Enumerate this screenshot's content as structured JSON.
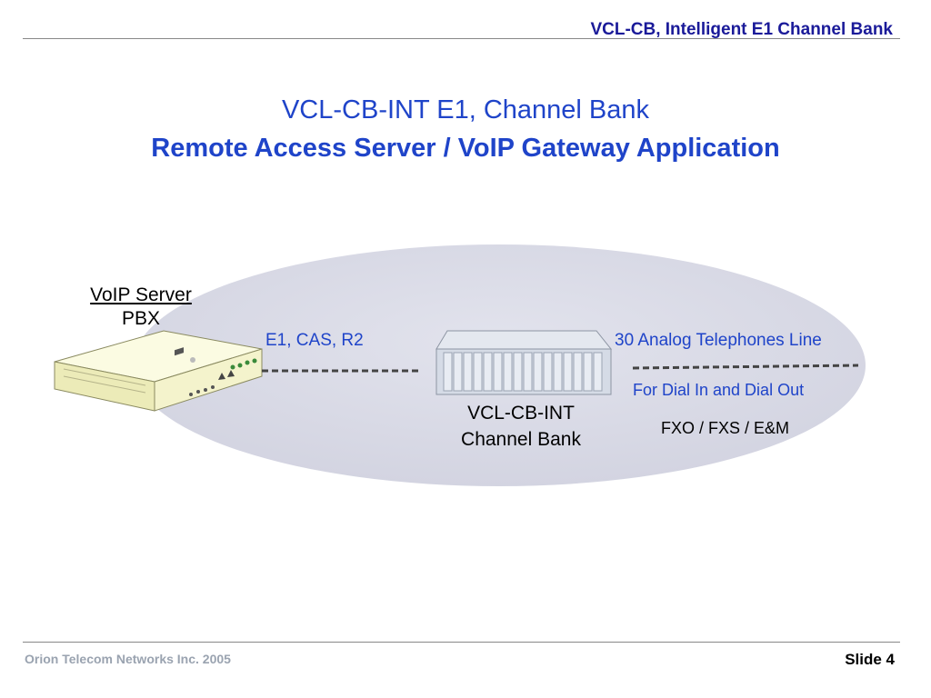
{
  "header": {
    "title": "VCL-CB, Intelligent E1 Channel Bank"
  },
  "slide": {
    "title": "VCL-CB-INT  E1, Channel Bank",
    "subtitle": "Remote Access Server / VoIP Gateway Application"
  },
  "diagram": {
    "pbx": {
      "label_line1": "VoIP Server",
      "label_line2": "PBX"
    },
    "left_link_label": "E1, CAS, R2",
    "right_link_label": "30 Analog Telephones Line",
    "right_link_note": "For Dial In and Dial Out",
    "interfaces": "FXO / FXS / E&M",
    "bank": {
      "label_line1": "VCL-CB-INT",
      "label_line2": "Channel Bank"
    },
    "colors": {
      "ellipse": "#dadbe6",
      "accent_text": "#1f44c9",
      "device_body": "#f3f3c8"
    }
  },
  "footer": {
    "company": "Orion Telecom Networks Inc. 2005",
    "slide_number": "Slide 4"
  }
}
